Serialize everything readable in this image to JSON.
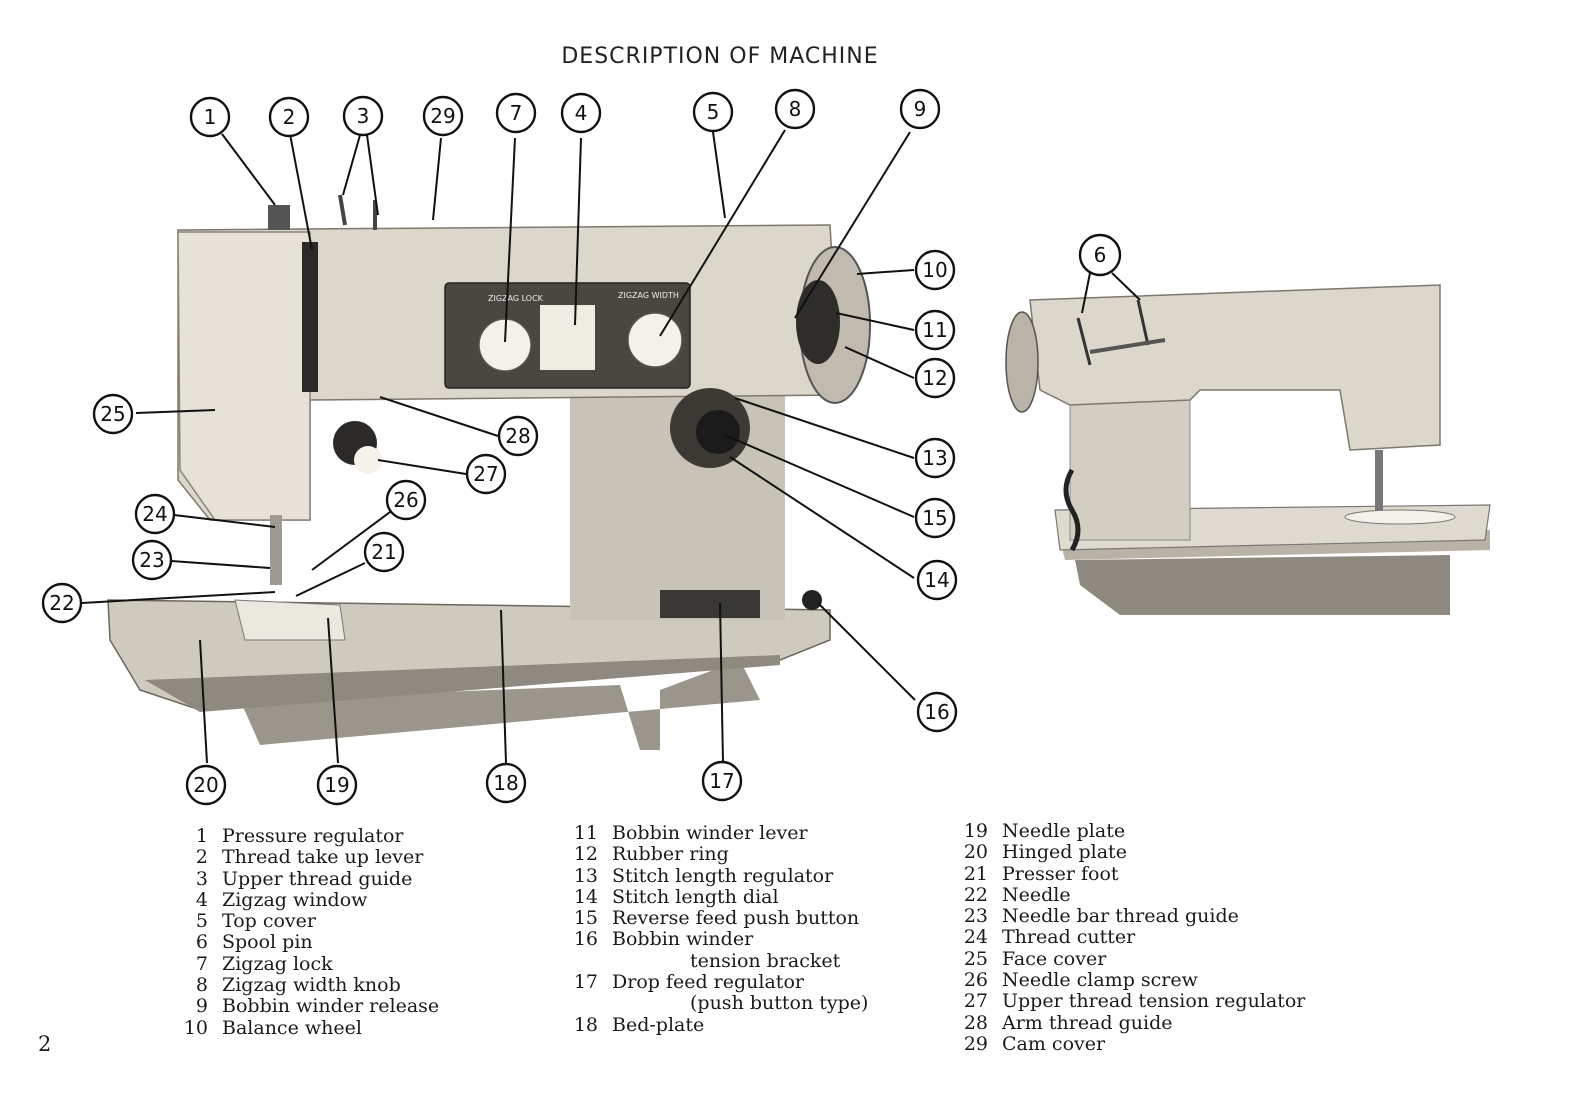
{
  "page": {
    "title": "DESCRIPTION OF MACHINE",
    "number": "2"
  },
  "machine": {
    "dial_labels": {
      "zigzag_lock": "ZIGZAG LOCK",
      "zigzag_width": "ZIGZAG WIDTH"
    },
    "colors": {
      "body": "#d9d4c8",
      "shadow": "#a8a398",
      "dark": "#2a2a2a",
      "panel": "#4a4640"
    }
  },
  "callouts": [
    "1",
    "2",
    "3",
    "29",
    "7",
    "4",
    "5",
    "8",
    "9",
    "10",
    "11",
    "12",
    "13",
    "15",
    "14",
    "16",
    "17",
    "18",
    "19",
    "20",
    "21",
    "22",
    "23",
    "24",
    "25",
    "26",
    "27",
    "28",
    "6"
  ],
  "legend": {
    "col1": [
      {
        "num": "1",
        "label": "Pressure regulator"
      },
      {
        "num": "2",
        "label": "Thread take up lever"
      },
      {
        "num": "3",
        "label": "Upper thread guide"
      },
      {
        "num": "4",
        "label": "Zigzag window"
      },
      {
        "num": "5",
        "label": "Top cover"
      },
      {
        "num": "6",
        "label": "Spool pin"
      },
      {
        "num": "7",
        "label": "Zigzag lock"
      },
      {
        "num": "8",
        "label": "Zigzag width knob"
      },
      {
        "num": "9",
        "label": "Bobbin winder release"
      },
      {
        "num": "10",
        "label": "Balance wheel"
      }
    ],
    "col2": [
      {
        "num": "11",
        "label": "Bobbin winder lever"
      },
      {
        "num": "12",
        "label": "Rubber ring"
      },
      {
        "num": "13",
        "label": "Stitch length regulator"
      },
      {
        "num": "14",
        "label": "Stitch length dial"
      },
      {
        "num": "15",
        "label": "Reverse feed push button"
      },
      {
        "num": "16",
        "label": "Bobbin winder"
      },
      {
        "num": "",
        "label": "tension bracket"
      },
      {
        "num": "17",
        "label": "Drop feed regulator"
      },
      {
        "num": "",
        "label": "(push button type)"
      },
      {
        "num": "18",
        "label": "Bed-plate"
      }
    ],
    "col3": [
      {
        "num": "19",
        "label": "Needle plate"
      },
      {
        "num": "20",
        "label": "Hinged plate"
      },
      {
        "num": "21",
        "label": "Presser foot"
      },
      {
        "num": "22",
        "label": "Needle"
      },
      {
        "num": "23",
        "label": "Needle bar thread guide"
      },
      {
        "num": "24",
        "label": "Thread cutter"
      },
      {
        "num": "25",
        "label": "Face cover"
      },
      {
        "num": "26",
        "label": "Needle clamp screw"
      },
      {
        "num": "27",
        "label": "Upper thread tension regulator"
      },
      {
        "num": "28",
        "label": "Arm thread guide"
      },
      {
        "num": "29",
        "label": "Cam cover"
      }
    ]
  }
}
